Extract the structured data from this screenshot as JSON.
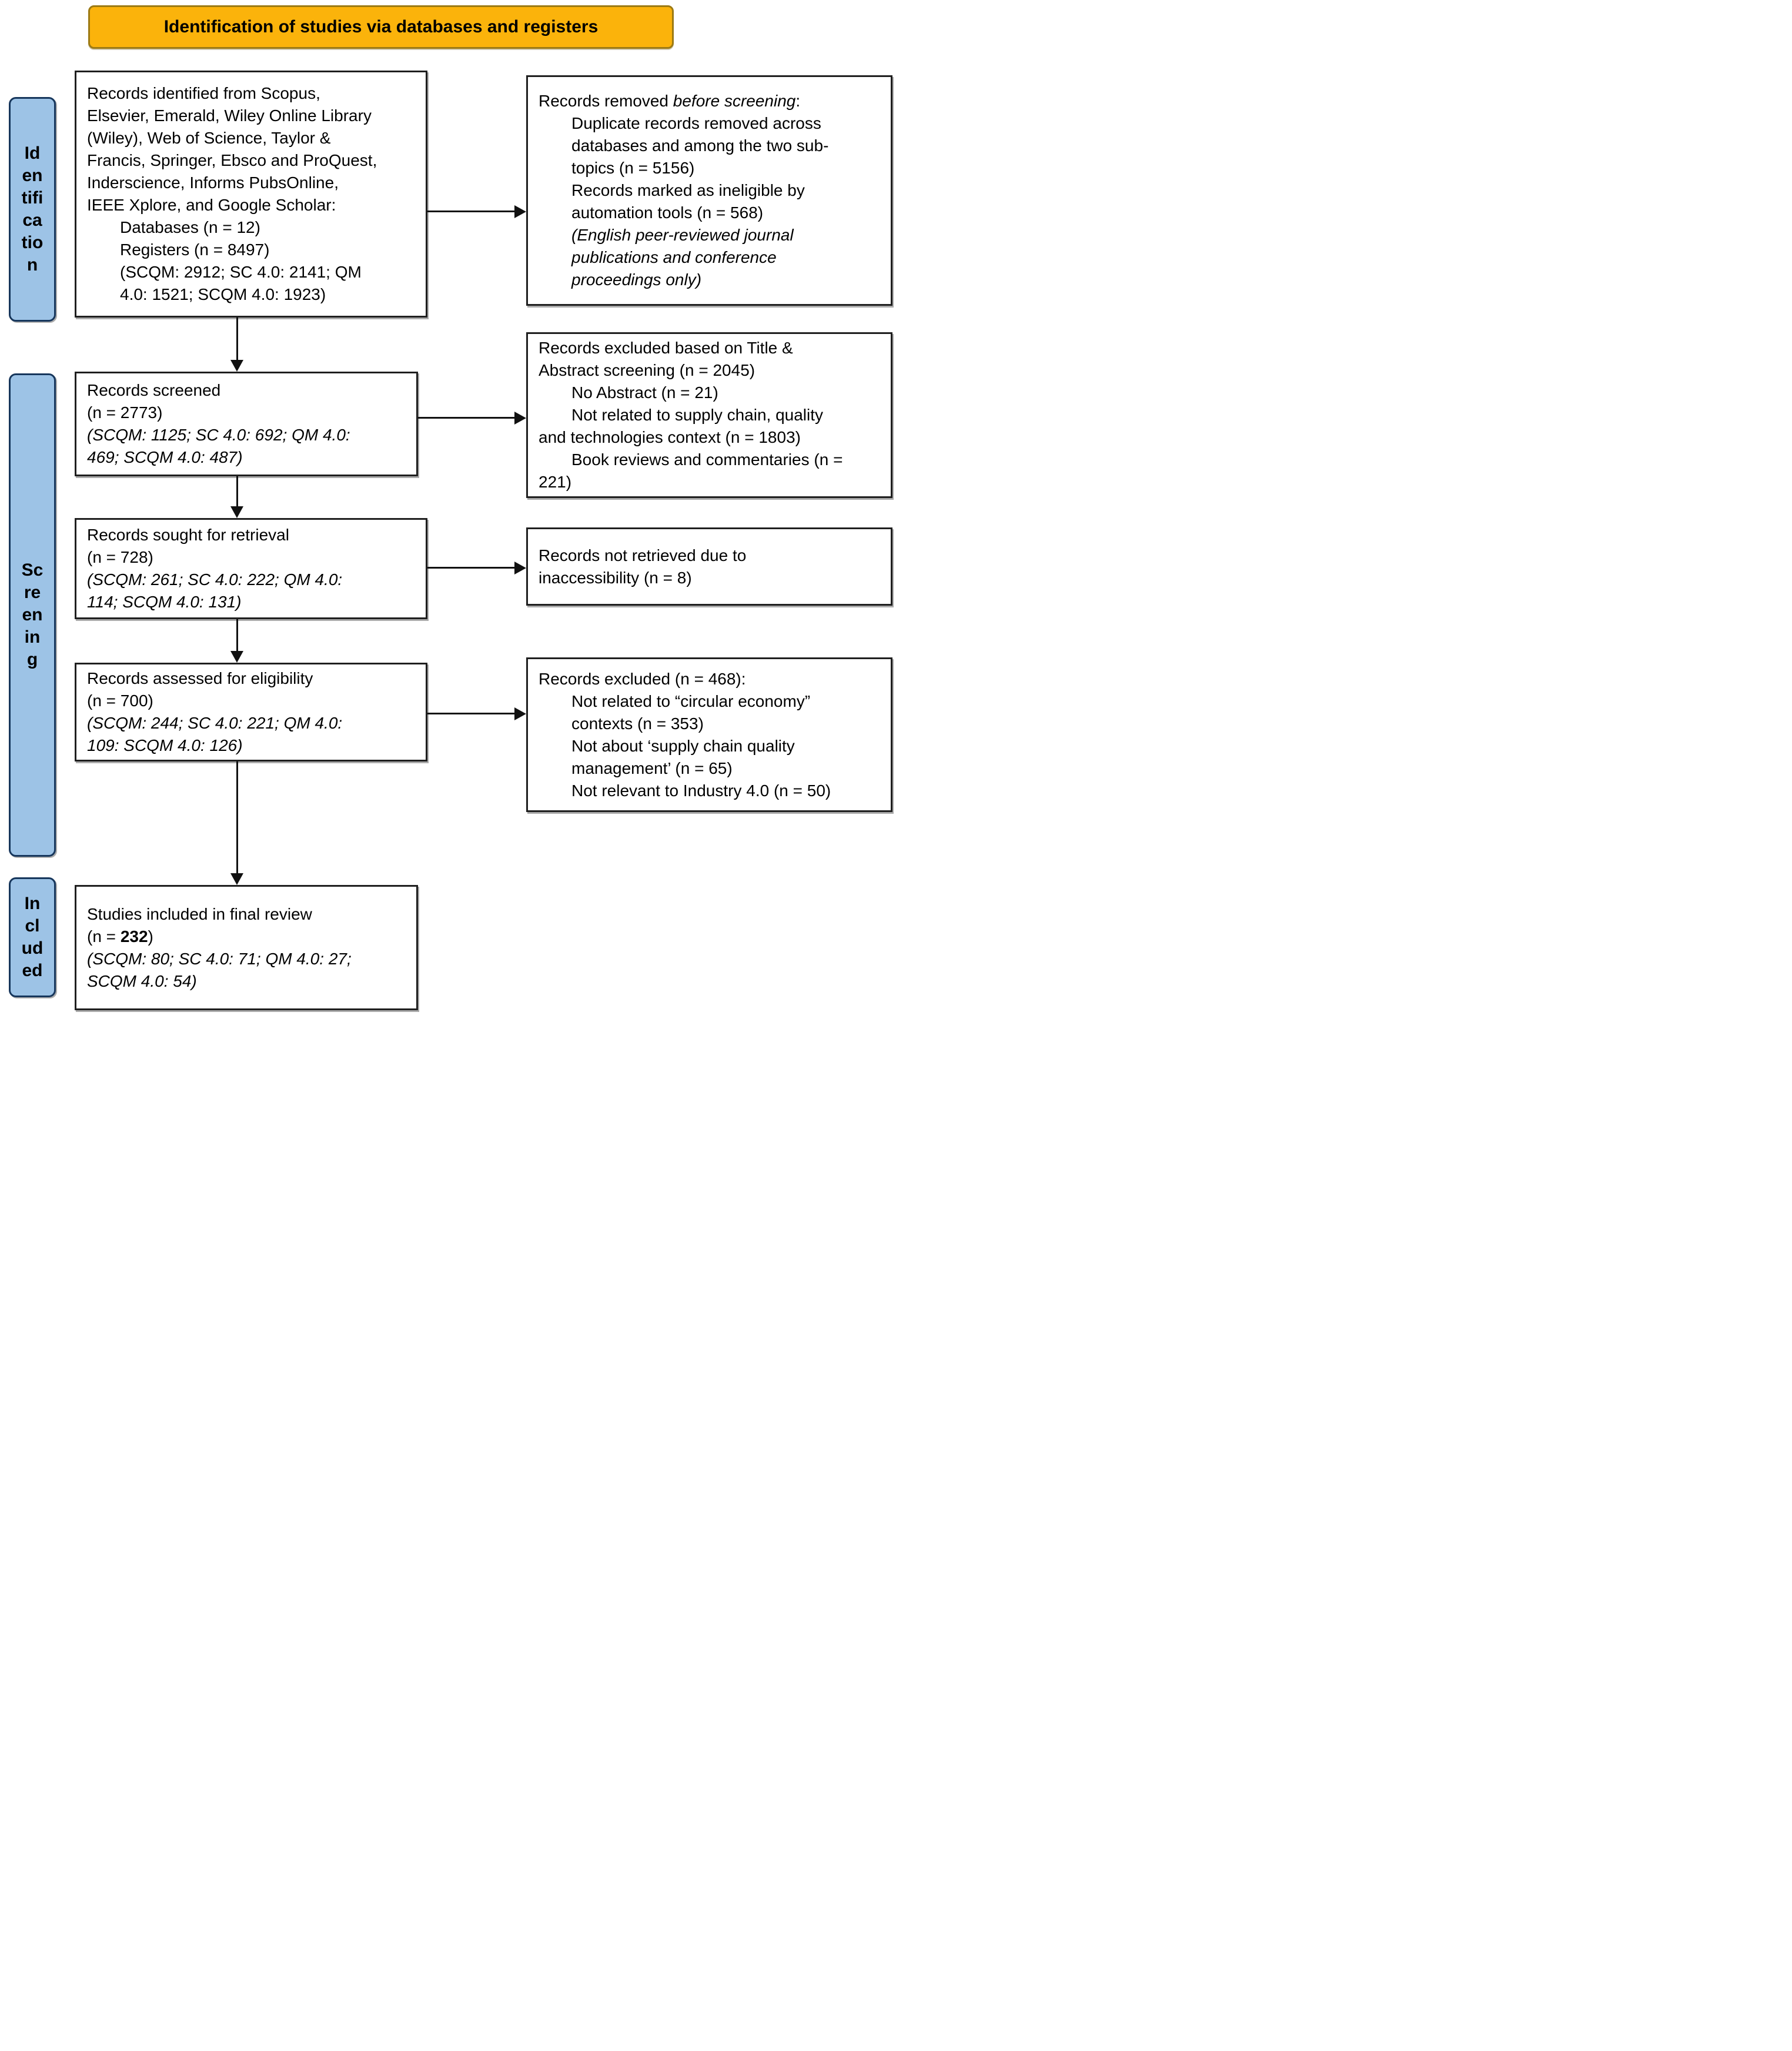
{
  "banner": {
    "label": "Identification of studies via databases and registers"
  },
  "stages": [
    {
      "name": "identification",
      "label": "Identification",
      "lines": [
        "Id",
        "en",
        "tifi",
        "ca",
        "tio",
        "n"
      ]
    },
    {
      "name": "screening",
      "label": "Screening",
      "lines": [
        "Sc",
        "re",
        "en",
        "in",
        "g"
      ]
    },
    {
      "name": "included",
      "label": "Included",
      "lines": [
        "In",
        "cl",
        "ud",
        "ed"
      ]
    }
  ],
  "boxes": {
    "identified": {
      "lines": [
        {
          "t": "Records identified from Scopus,"
        },
        {
          "t": "Elsevier, Emerald, Wiley Online Library"
        },
        {
          "t": "(Wiley), Web of Science, Taylor &"
        },
        {
          "t": "Francis, Springer, Ebsco and ProQuest,"
        },
        {
          "t": "Inderscience, Informs PubsOnline,"
        },
        {
          "t": "IEEE Xplore, and Google Scholar:"
        },
        {
          "t": "Databases (n = 12)",
          "ind": 1
        },
        {
          "t": "Registers (n = 8497)",
          "ind": 1
        },
        {
          "t": "(SCQM: 2912; SC 4.0: 2141; QM",
          "ind": 1
        },
        {
          "t": "4.0: 1521; SCQM 4.0: 1923)",
          "ind": 1
        }
      ]
    },
    "screened": {
      "lines": [
        {
          "t": "Records screened"
        },
        {
          "t": "(n = 2773)"
        },
        {
          "t": "(SCQM: 1125; SC 4.0: 692; QM 4.0:",
          "it": 1
        },
        {
          "t": "469; SCQM 4.0: 487)",
          "it": 1
        }
      ]
    },
    "sought": {
      "lines": [
        {
          "t": "Records sought for retrieval"
        },
        {
          "t": "(n = 728)"
        },
        {
          "t": "(SCQM: 261; SC 4.0: 222; QM 4.0:",
          "it": 1
        },
        {
          "t": "114; SCQM 4.0: 131)",
          "it": 1
        }
      ]
    },
    "assessed": {
      "lines": [
        {
          "t": "Records assessed for eligibility"
        },
        {
          "t": "(n = 700)"
        },
        {
          "t": "(SCQM: 244; SC 4.0: 221; QM 4.0:",
          "it": 1
        },
        {
          "t": "109: SCQM 4.0: 126)",
          "it": 1
        }
      ]
    },
    "included": {
      "lines": [
        {
          "t": "Studies included in final review"
        },
        {
          "parts": [
            {
              "t": "(n = "
            },
            {
              "t": "232",
              "b": 1
            },
            {
              "t": ")"
            }
          ]
        },
        {
          "t": "(SCQM: 80; SC 4.0: 71; QM 4.0: 27;",
          "it": 1
        },
        {
          "t": "SCQM 4.0: 54)",
          "it": 1
        }
      ]
    },
    "removed_before_screening": {
      "lines": [
        {
          "parts": [
            {
              "t": "Records removed "
            },
            {
              "t": "before screening",
              "it": 1
            },
            {
              "t": ":"
            }
          ]
        },
        {
          "t": "Duplicate records removed across",
          "ind": 1
        },
        {
          "t": "databases and among the two sub-",
          "ind": 1
        },
        {
          "t": "topics (n = 5156)",
          "ind": 1
        },
        {
          "t": "Records marked as ineligible by",
          "ind": 1
        },
        {
          "t": "automation tools (n = 568)",
          "ind": 1
        },
        {
          "t": "(English peer-reviewed journal",
          "ind": 1,
          "it": 1
        },
        {
          "t": "publications and conference",
          "ind": 1,
          "it": 1
        },
        {
          "t": "proceedings only)",
          "ind": 1,
          "it": 1
        }
      ]
    },
    "excluded_title_abstract": {
      "lines": [
        {
          "t": "Records excluded based on Title &"
        },
        {
          "t": "Abstract screening (n = 2045)"
        },
        {
          "t": "No Abstract (n = 21)",
          "ind": 1
        },
        {
          "t": "Not related to supply chain, quality",
          "ind": 1
        },
        {
          "t": "and technologies context (n = 1803)"
        },
        {
          "t": "Book reviews and commentaries (n =",
          "ind": 1
        },
        {
          "t": "221)"
        }
      ]
    },
    "not_retrieved": {
      "lines": [
        {
          "t": "Records not retrieved due to"
        },
        {
          "t": "inaccessibility (n = 8)"
        }
      ]
    },
    "excluded_eligibility": {
      "lines": [
        {
          "t": "Records excluded (n = 468):"
        },
        {
          "t": "Not related to “circular economy”",
          "ind": 1
        },
        {
          "t": "contexts (n = 353)",
          "ind": 1
        },
        {
          "t": "Not about ‘supply chain quality",
          "ind": 1
        },
        {
          "t": "management’ (n = 65)",
          "ind": 1
        },
        {
          "t": "Not relevant to Industry 4.0 (n = 50)",
          "ind": 1
        }
      ]
    }
  },
  "colors": {
    "banner_fill": "#FBB30B",
    "banner_border": "#9C7A14",
    "stage_fill": "#9DC3E6",
    "stage_border": "#16365C",
    "box_bg": "#FFFFFF",
    "box_border": "#1F1F1F",
    "arrow": "#111111",
    "text": "#000000",
    "page_bg": "#FFFFFF"
  }
}
